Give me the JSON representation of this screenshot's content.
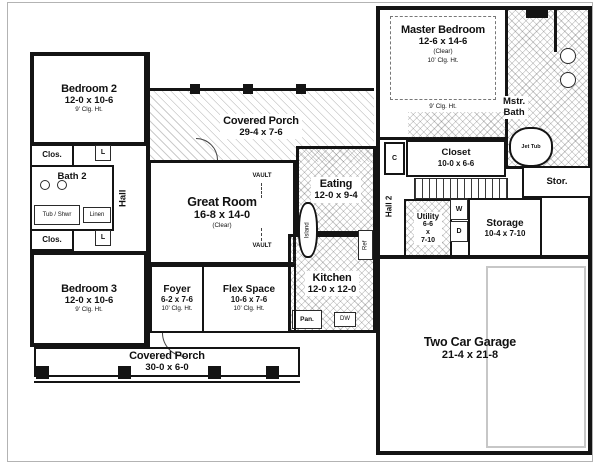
{
  "colors": {
    "wall": "#141414",
    "hatch": "#6b6b6b",
    "background": "#ffffff"
  },
  "rooms": {
    "bedroom2": {
      "name": "Bedroom 2",
      "dims": "12-0 x 10-6",
      "ceiling": "9' Clg. Ht."
    },
    "bedroom3": {
      "name": "Bedroom 3",
      "dims": "12-0 x 10-6",
      "ceiling": "9' Clg. Ht."
    },
    "covered_porch_top": {
      "name": "Covered Porch",
      "dims": "29-4 x 7-6"
    },
    "great_room": {
      "name": "Great Room",
      "dims": "16-8 x 14-0",
      "note": "(Clear)"
    },
    "eating": {
      "name": "Eating",
      "dims": "12-0 x 9-4"
    },
    "kitchen": {
      "name": "Kitchen",
      "dims": "12-0 x 12-0"
    },
    "foyer": {
      "name": "Foyer",
      "dims": "6-2 x 7-6",
      "ceiling": "10' Clg. Ht."
    },
    "flex_space": {
      "name": "Flex Space",
      "dims": "10-6 x 7-6",
      "ceiling": "10' Clg. Ht."
    },
    "covered_porch_bottom": {
      "name": "Covered Porch",
      "dims": "30-0 x 6-0"
    },
    "master_bedroom": {
      "name": "Master Bedroom",
      "dims": "12-6 x 14-6",
      "note": "(Clear)",
      "ceiling": "10' Clg. Ht.",
      "ceiling2": "9' Clg. Ht."
    },
    "master_bath": {
      "line1": "Mstr.",
      "line2": "Bath"
    },
    "closet": {
      "name": "Closet",
      "dims": "10-0 x 6-6"
    },
    "stor": {
      "name": "Stor."
    },
    "storage": {
      "name": "Storage",
      "dims": "10-4 x 7-10"
    },
    "utility": {
      "name": "Utility",
      "dim1": "6-6",
      "dim2": "x",
      "dim3": "7-10"
    },
    "garage": {
      "name": "Two Car Garage",
      "dims": "21-4 x 21-8"
    },
    "bath2": {
      "name": "Bath 2"
    },
    "hall": {
      "name": "Hall"
    },
    "hall2": {
      "name": "Hall 2"
    }
  },
  "labels": {
    "clos_top": "Clos.",
    "clos_bottom": "Clos.",
    "linen_l1": "L",
    "linen_l2": "L",
    "tub_shwr": "Tub / Shwr",
    "linen": "Linen",
    "vault_top": "VAULT",
    "vault_bottom": "VAULT",
    "island": "Island",
    "pantry": "Pan.",
    "dishwasher": "DW",
    "refrigerator": "Ref",
    "jet_tub": "Jet Tub",
    "washer": "W",
    "dryer": "D",
    "coat_closet": "C"
  }
}
